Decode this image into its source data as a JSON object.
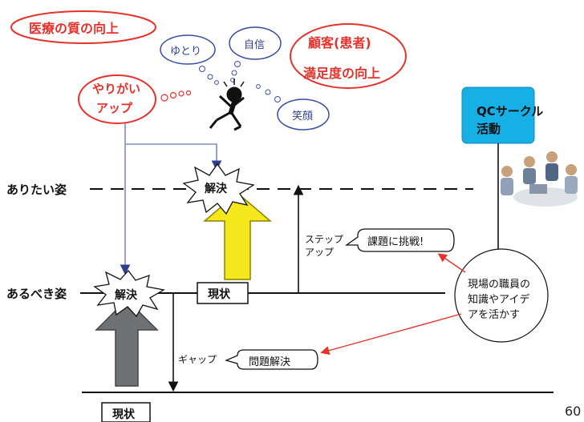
{
  "bubbles": {
    "quality": "医療の質の向上",
    "satisfaction_line1": "顧客(患者)",
    "satisfaction_line2": "満足度の向上",
    "motivation_line1": "やりがい",
    "motivation_line2": "アップ",
    "thought_yutori": "ゆとり",
    "thought_jishin": "自信",
    "thought_egao": "笑顔"
  },
  "levels": {
    "ideal": "ありたい姿",
    "should": "あるべき姿"
  },
  "bursts": {
    "upper": "解決",
    "lower": "解決"
  },
  "status_boxes": {
    "upper": "現状",
    "lower": "現状"
  },
  "labels": {
    "step_up_line1": "ステップ",
    "step_up_line2": "アップ",
    "gap": "ギャップ",
    "challenge": "課題に挑戦!",
    "problem_solving": "問題解決",
    "qc_line1": "QCサークル",
    "qc_line2": "活動",
    "staff_line1": "現場の職員の",
    "staff_line2": "知識やアイデ",
    "staff_line3": "アを活かす"
  },
  "page_number": "60",
  "colors": {
    "accent_red": "#e8312a",
    "qc_box": "#17b0e6",
    "arrow_yellow": "#f4e81c",
    "arrow_gray": "#6e7275",
    "connector_blue": "#7a8fc4"
  }
}
